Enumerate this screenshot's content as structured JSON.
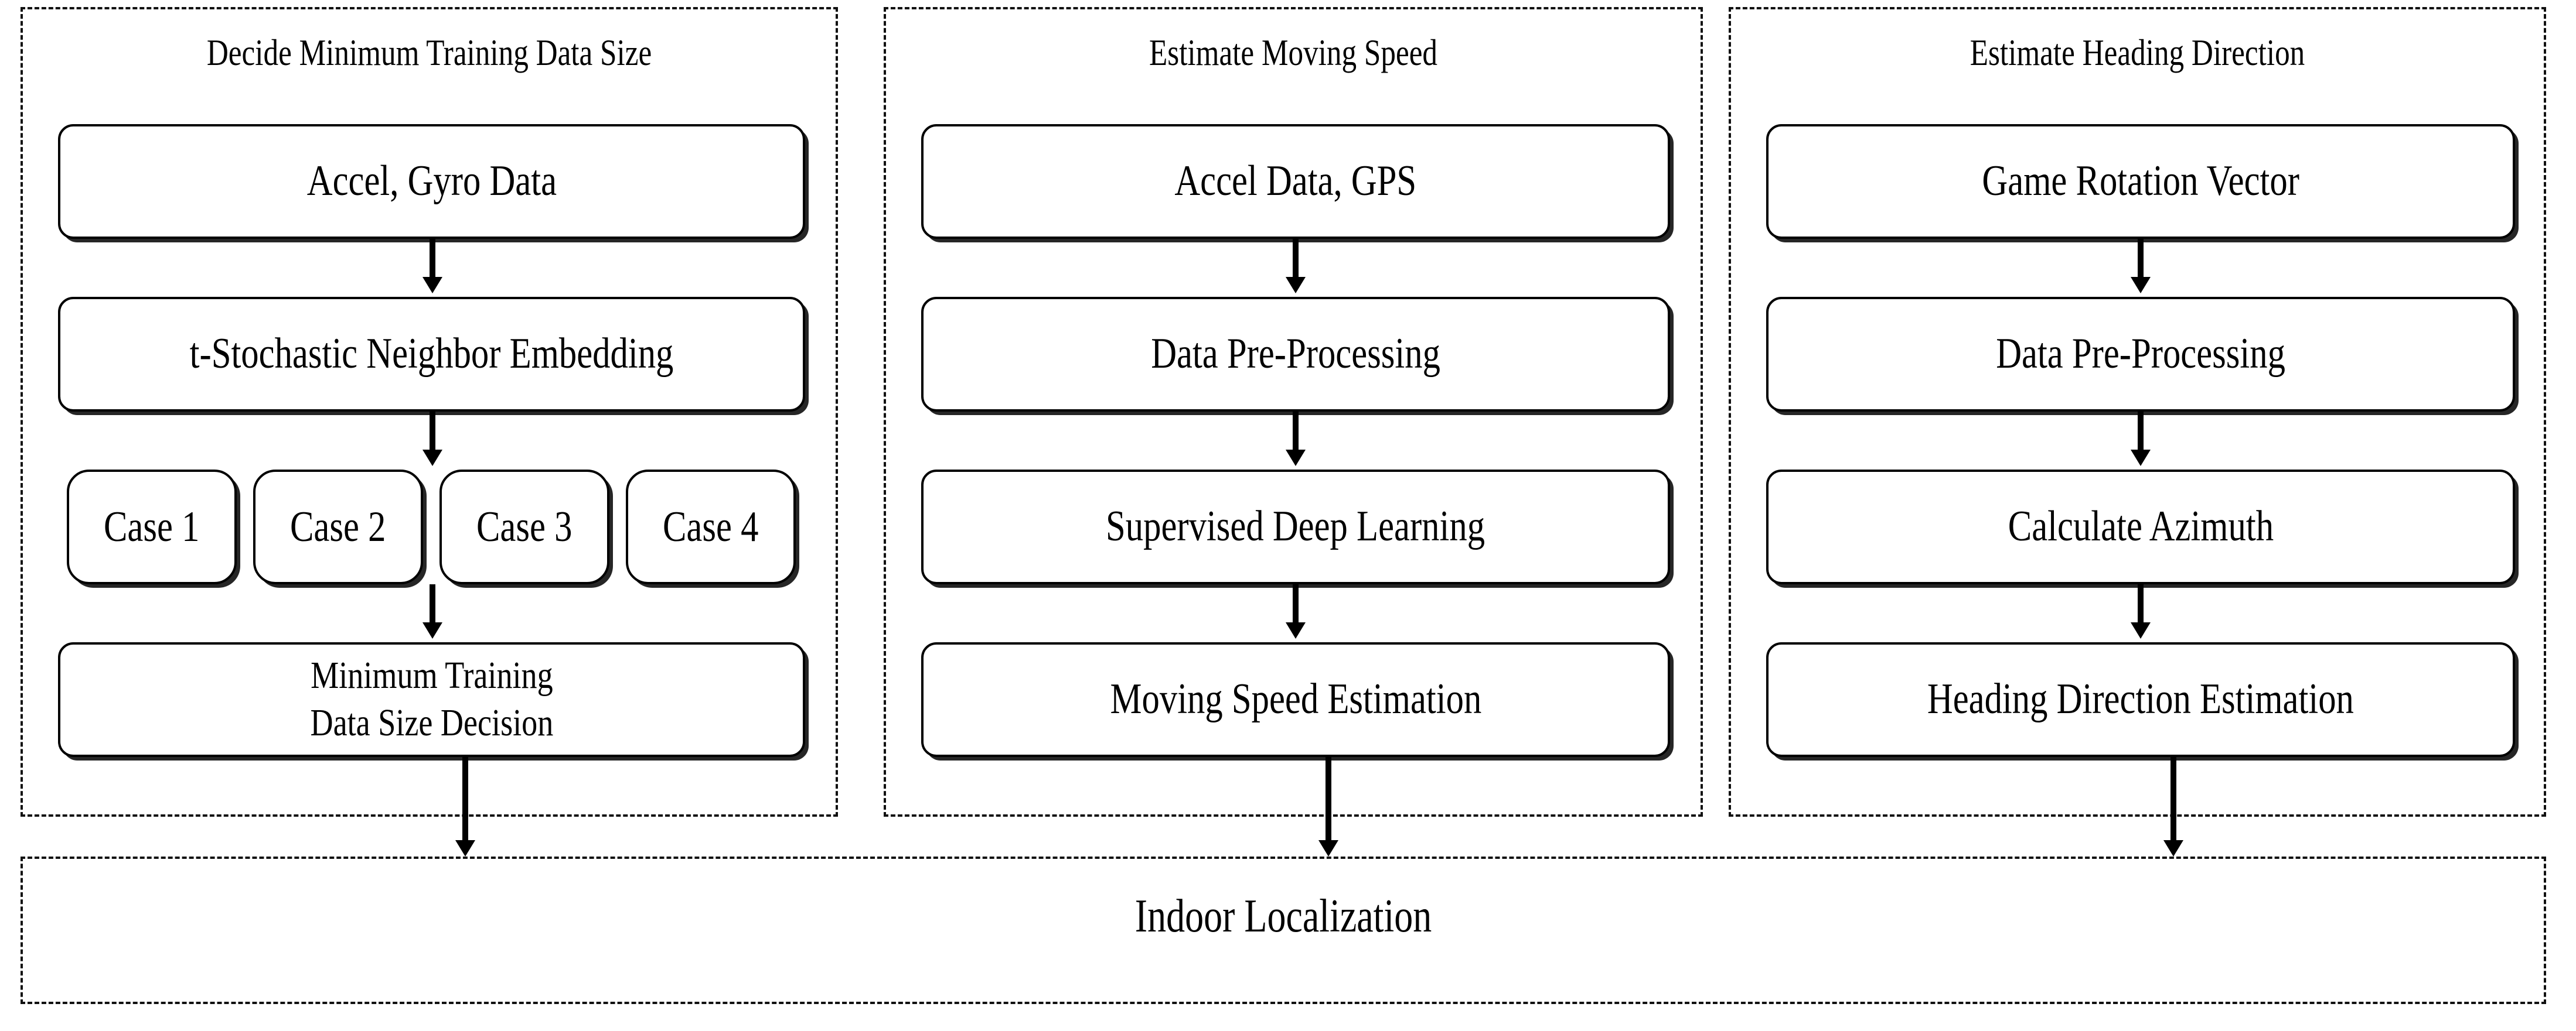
{
  "diagram": {
    "title_text_present": false,
    "columns": [
      {
        "id": "decide-minimum-training-data-size",
        "header": "Decide Minimum Training Data Size",
        "nodes": [
          "Accel, Gyro Data",
          "t-Stochastic Neighbor Embedding",
          "Minimum Training\nData Size Decision"
        ],
        "case_nodes": [
          "Case 1",
          "Case 2",
          "Case 3",
          "Case 4"
        ]
      },
      {
        "id": "estimate-moving-speed",
        "header": "Estimate Moving Speed",
        "nodes": [
          "Accel Data, GPS",
          "Data Pre-Processing",
          "Supervised Deep Learning",
          "Moving Speed Estimation"
        ]
      },
      {
        "id": "estimate-heading-direction",
        "header": "Estimate Heading Direction",
        "nodes": [
          "Game Rotation Vector",
          "Data Pre-Processing",
          "Calculate Azimuth",
          "Heading Direction Estimation"
        ]
      }
    ],
    "result_panel": {
      "label": "Indoor Localization"
    },
    "colors": {
      "stroke": "#000000",
      "background": "#ffffff",
      "panel_border": "#111111"
    }
  }
}
